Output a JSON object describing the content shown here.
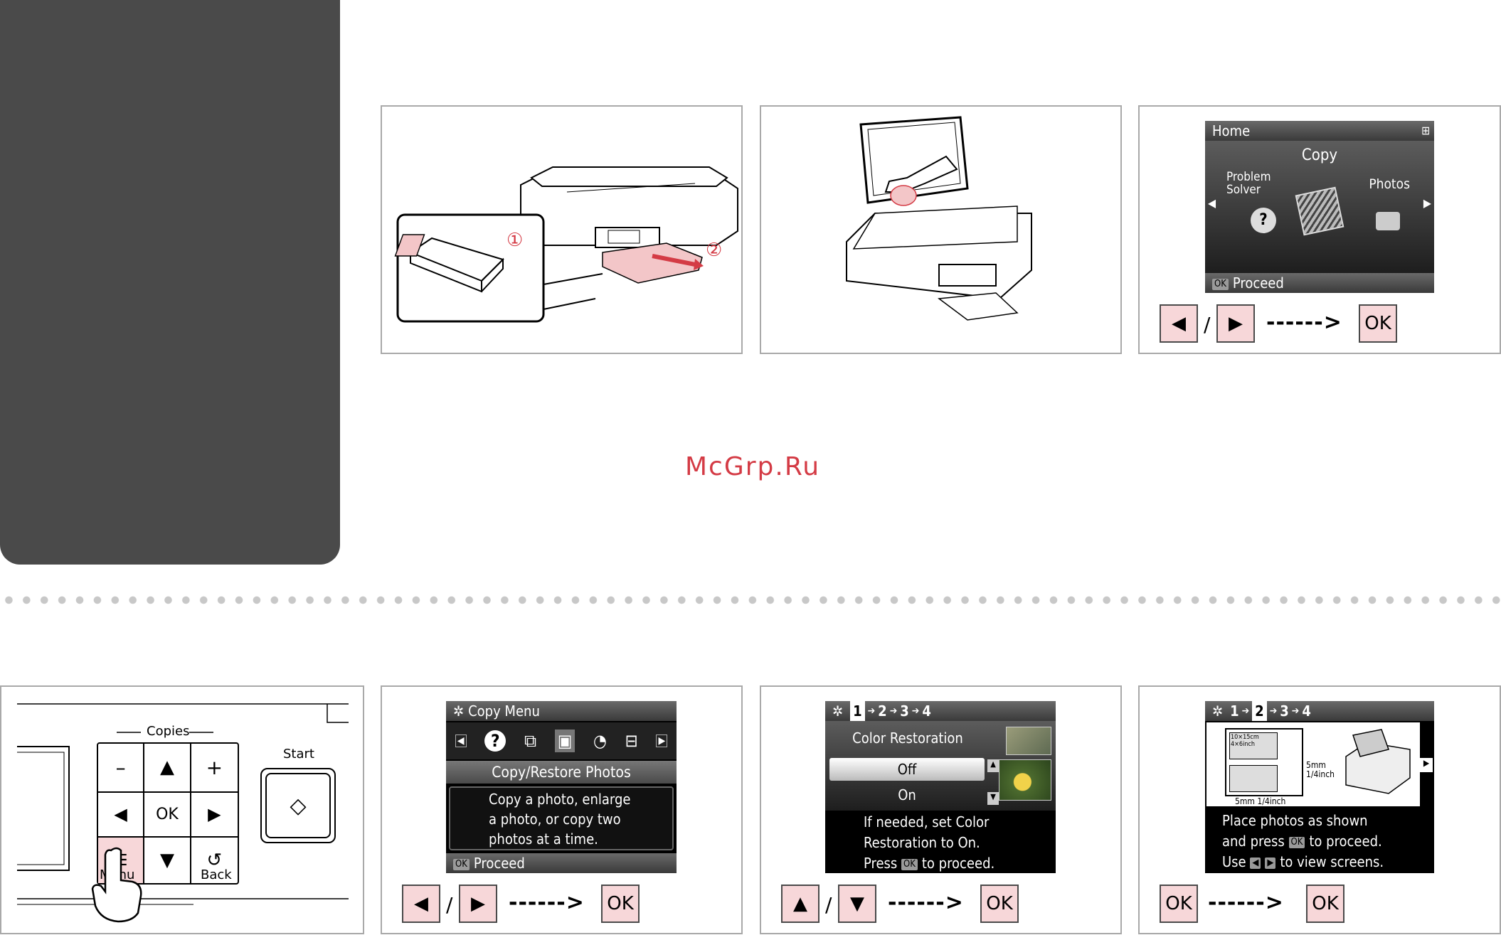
{
  "watermark": "McGrp.Ru",
  "panel_a": {
    "callout_1": "①",
    "callout_2": "②"
  },
  "home_screen": {
    "header": "Home",
    "center_label": "Copy",
    "left_label": "Problem Solver",
    "right_label": "Photos",
    "ok_chip": "OK",
    "footer": "Proceed",
    "nav": {
      "left": "◀",
      "slash": "/",
      "right": "▶",
      "arrow": "------>",
      "ok": "OK"
    }
  },
  "control_panel": {
    "copies_label": "Copies",
    "keys": [
      "–",
      "▲",
      "+",
      "◀",
      "OK",
      "▶",
      "",
      "▼",
      "↺"
    ],
    "start_label": "Start",
    "menu_label": "Menu",
    "back_label": "Back"
  },
  "copy_menu_screen": {
    "header": "Copy Menu",
    "selected_item": "Copy/Restore Photos",
    "description": [
      "Copy a photo, enlarge",
      "a photo, or copy two",
      "photos at a time."
    ],
    "ok_chip": "OK",
    "footer": "Proceed",
    "nav": {
      "left": "◀",
      "slash": "/",
      "right": "▶",
      "arrow": "------>",
      "ok": "OK"
    }
  },
  "restoration_screen": {
    "steps": [
      "1",
      "2",
      "3",
      "4"
    ],
    "title": "Color Restoration",
    "option_off": "Off",
    "option_on": "On",
    "message": [
      "If needed, set Color",
      "Restoration to On.",
      "Press",
      "to proceed."
    ],
    "ok_chip": "OK",
    "nav": {
      "up": "▲",
      "slash": "/",
      "down": "▼",
      "arrow": "------>",
      "ok": "OK"
    }
  },
  "placement_screen": {
    "steps": [
      "1",
      "2",
      "3",
      "4"
    ],
    "photo_size": [
      "10×15cm",
      "4×6inch"
    ],
    "margin_right": [
      "5mm",
      "1/4inch"
    ],
    "margin_bottom": "5mm 1/4inch",
    "message": [
      "Place photos as shown",
      "and press",
      "to proceed.",
      "Use",
      "to view screens."
    ],
    "ok_chip": "OK",
    "nav": {
      "first": "OK",
      "arrow": "------>",
      "ok": "OK"
    }
  }
}
